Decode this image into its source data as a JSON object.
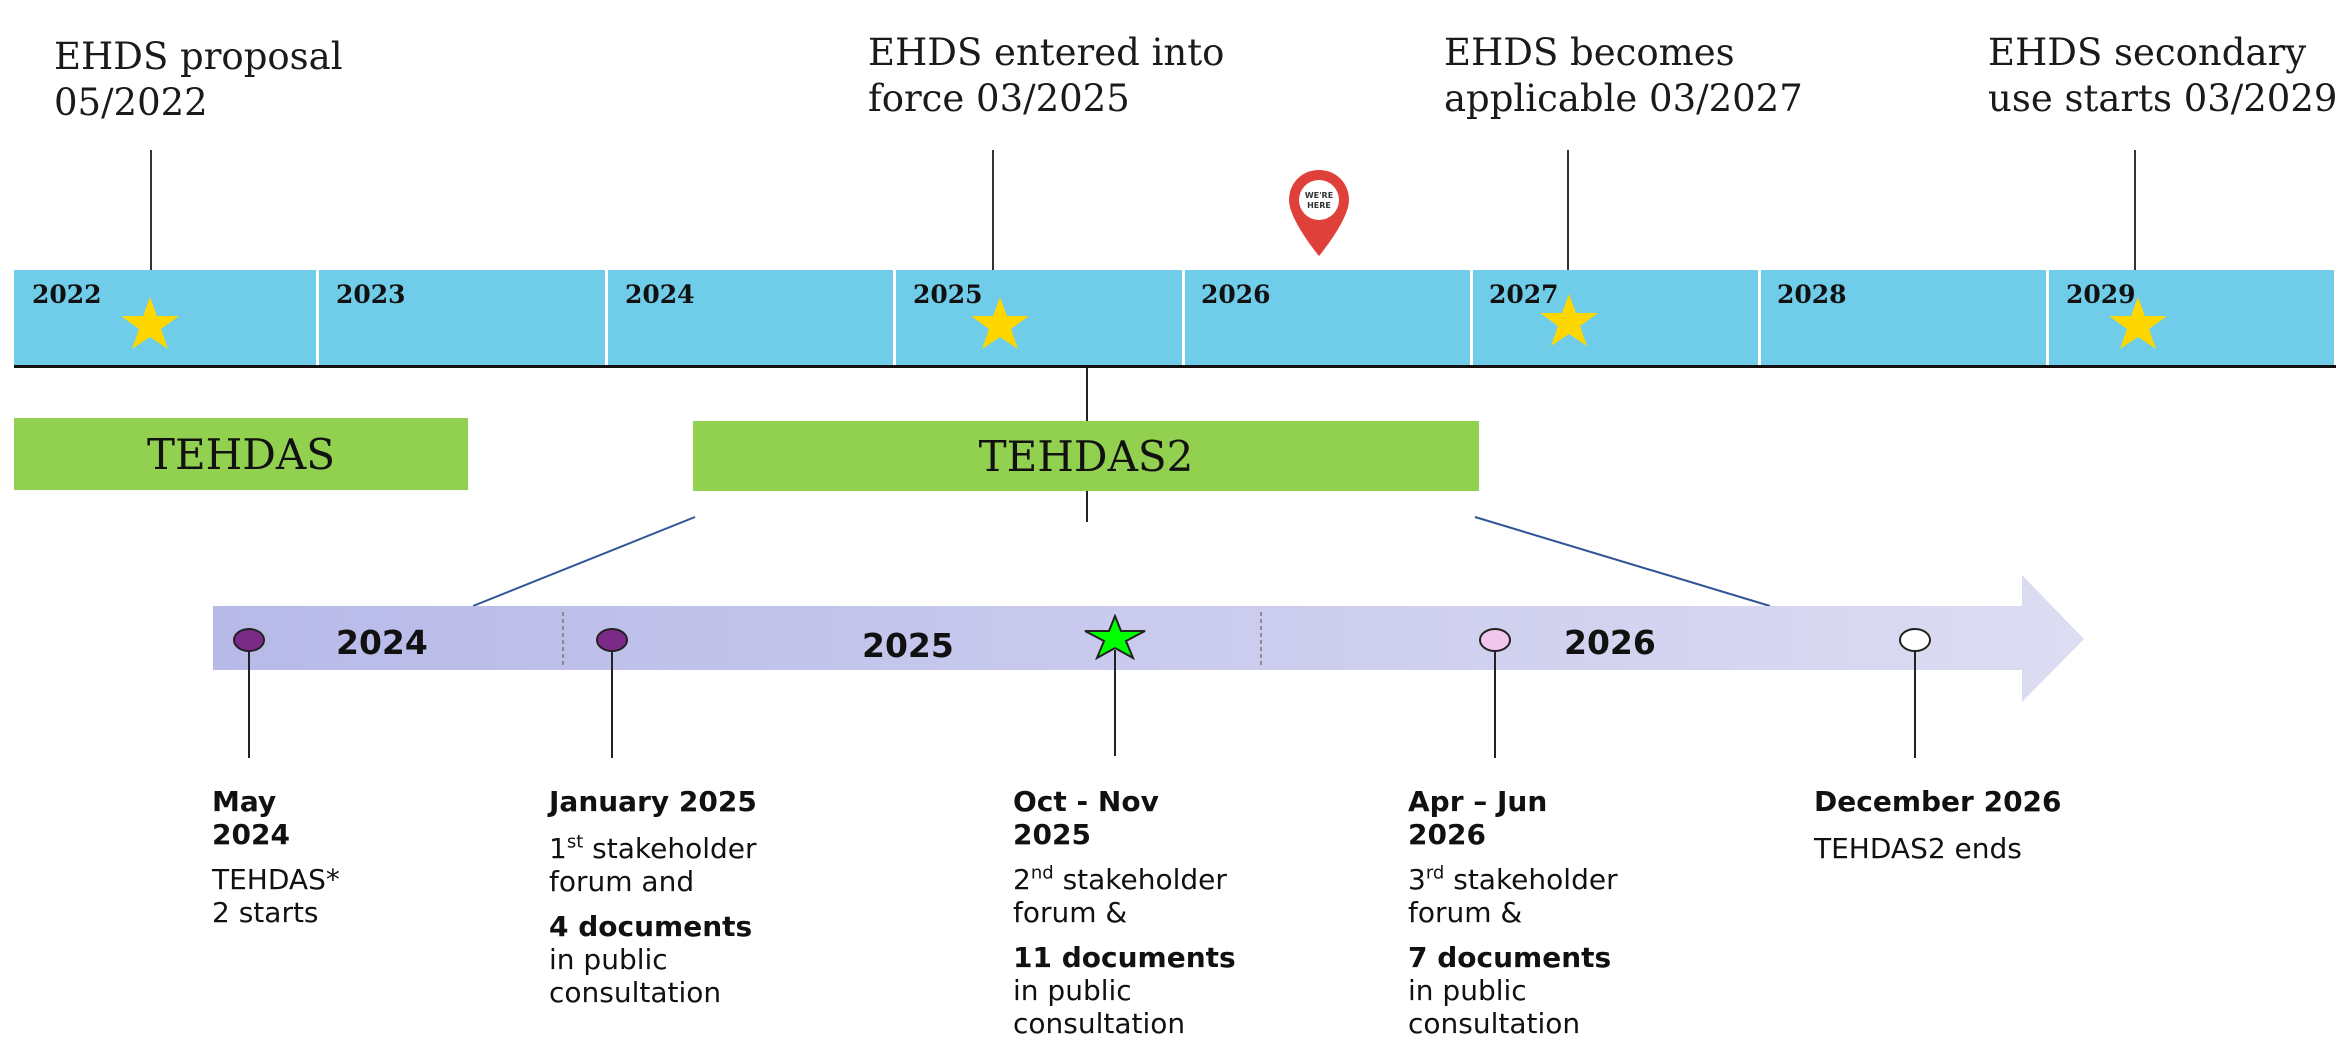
{
  "milestones": [
    {
      "line1": "EHDS proposal",
      "line2": "05/2022"
    },
    {
      "line1": "EHDS entered into",
      "line2": "force 03/2025"
    },
    {
      "line1": "EHDS becomes",
      "line2": "applicable 03/2027"
    },
    {
      "line1": "EHDS secondary",
      "line2": "use starts 03/2029"
    }
  ],
  "years": [
    "2022",
    "2023",
    "2024",
    "2025",
    "2026",
    "2027",
    "2028",
    "2029"
  ],
  "pin_text": {
    "line1": "WE'RE",
    "line2": "HERE"
  },
  "projects": {
    "tehdas": "TEHDAS",
    "tehdas2": "TEHDAS2"
  },
  "arrow_years": [
    "2024",
    "2025",
    "2026"
  ],
  "events": [
    {
      "title1": "May",
      "title2": "2024",
      "desc1": "TEHDAS*",
      "desc2": "2 starts"
    },
    {
      "title": "January 2025",
      "ord": "1",
      "ord_sup": "st",
      "desc_rest": " stakeholder",
      "desc_line2": "forum and",
      "bold": "4 documents",
      "sub1": "in public",
      "sub2": "consultation"
    },
    {
      "title1": "Oct - Nov",
      "title2": "2025",
      "ord": "2",
      "ord_sup": "nd",
      "desc_rest": " stakeholder",
      "desc_line2": "forum &",
      "bold": "11 documents",
      "sub1": "in public",
      "sub2": "consultation"
    },
    {
      "title1": "Apr – Jun",
      "title2": "2026",
      "ord": "3",
      "ord_sup": "rd",
      "desc_rest": " stakeholder",
      "desc_line2": "forum &",
      "bold": "7 documents",
      "sub1": "in public",
      "sub2": "consultation"
    },
    {
      "title": "December 2026",
      "desc": "TEHDAS2 ends"
    }
  ],
  "colors": {
    "timeline_band": "#70cde9",
    "project_bar": "#92d050",
    "star_yellow": "#ffd700",
    "star_green": "#00ff00",
    "dot_dark_purple": "#7b2a87",
    "dot_light_pink": "#f2c6ee",
    "pin_red": "#e0403a"
  }
}
